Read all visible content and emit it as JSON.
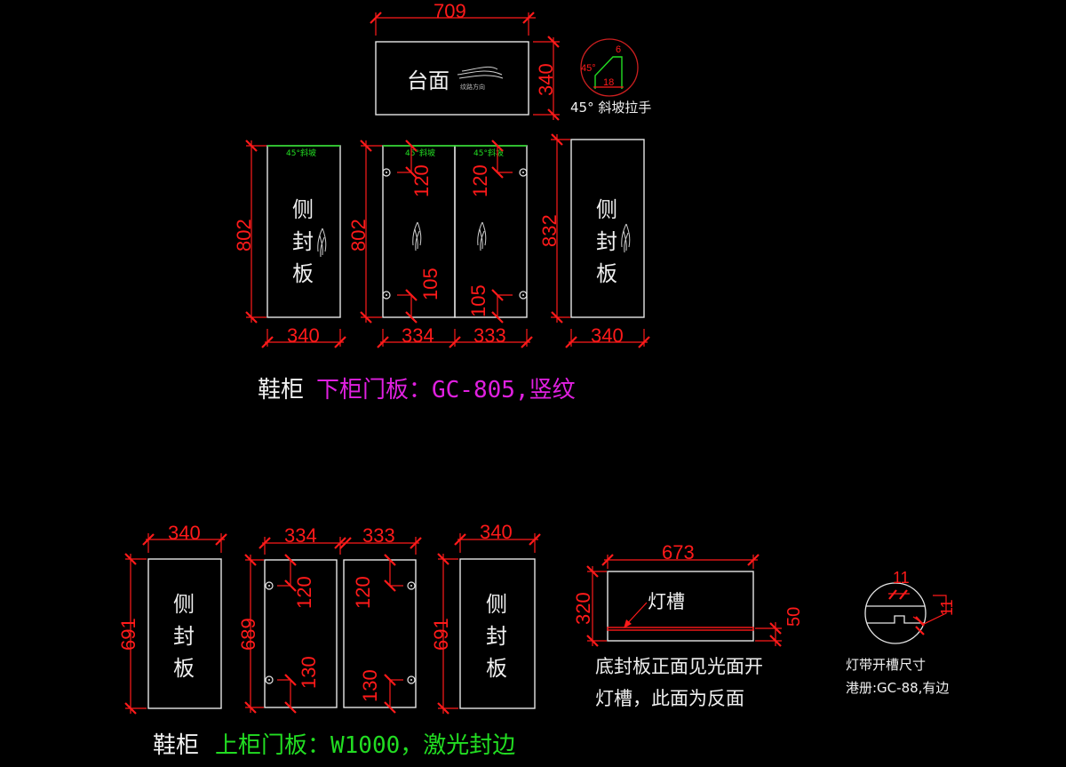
{
  "drawing": {
    "background_color": "#000000",
    "colors": {
      "panel_outline": "#e6e6e6",
      "dimension": "#ff1a1a",
      "bevel_edge": "#22dd22",
      "lower_title": "#e020e0",
      "upper_title": "#22dd22"
    }
  },
  "countertop": {
    "label": "台面",
    "width_dim": "709",
    "height_dim": "340",
    "grain_note": "纹路方向"
  },
  "handle_detail": {
    "caption": "45° 斜坡拉手",
    "angle_label": "45°",
    "top_dim": "6",
    "bottom_dim": "18"
  },
  "lower_cabinet": {
    "title_prefix": "鞋柜",
    "title_main": "下柜门板：GC-805,竖纹",
    "left_side_panel": {
      "label": [
        "侧",
        "封",
        "板"
      ],
      "height_dim": "802",
      "width_dim": "340",
      "bevel_label": "45°斜坡",
      "grain_note": "纹路方向"
    },
    "doors": {
      "height_dim": "802",
      "left": {
        "width_dim": "334",
        "bevel_label": "45°斜坡",
        "top_hinge_dim": "120",
        "bottom_hinge_dim": "105",
        "grain_note": "纹路方向"
      },
      "right": {
        "width_dim": "333",
        "bevel_label": "45°斜坡",
        "top_hinge_dim": "120",
        "bottom_hinge_dim": "105",
        "grain_note": "纹路方向"
      }
    },
    "right_side_panel": {
      "label": [
        "侧",
        "封",
        "板"
      ],
      "height_dim": "832",
      "width_dim": "340",
      "grain_note": "纹路方向"
    }
  },
  "upper_cabinet": {
    "title_prefix": "鞋柜",
    "title_main": "上柜门板：W1000，激光封边",
    "left_side_panel": {
      "label": [
        "侧",
        "封",
        "板"
      ],
      "height_dim": "691",
      "width_dim": "340"
    },
    "doors": {
      "height_dim": "689",
      "left": {
        "width_dim": "334",
        "top_hinge_dim": "120",
        "bottom_hinge_dim": "130"
      },
      "right": {
        "width_dim": "333",
        "top_hinge_dim": "120",
        "bottom_hinge_dim": "130"
      }
    },
    "right_side_panel": {
      "label": [
        "侧",
        "封",
        "板"
      ],
      "height_dim": "691",
      "width_dim": "340"
    },
    "bottom_panel": {
      "width_dim": "673",
      "height_dim": "320",
      "groove_offset_dim": "50",
      "groove_label": "灯槽",
      "note_line1": "底封板正面见光面开",
      "note_line2": "灯槽，此面为反面"
    },
    "groove_detail": {
      "width_dim": "11",
      "depth_dim": "11",
      "caption_line1": "灯带开槽尺寸",
      "caption_line2": "港册:GC-88,有边"
    }
  }
}
